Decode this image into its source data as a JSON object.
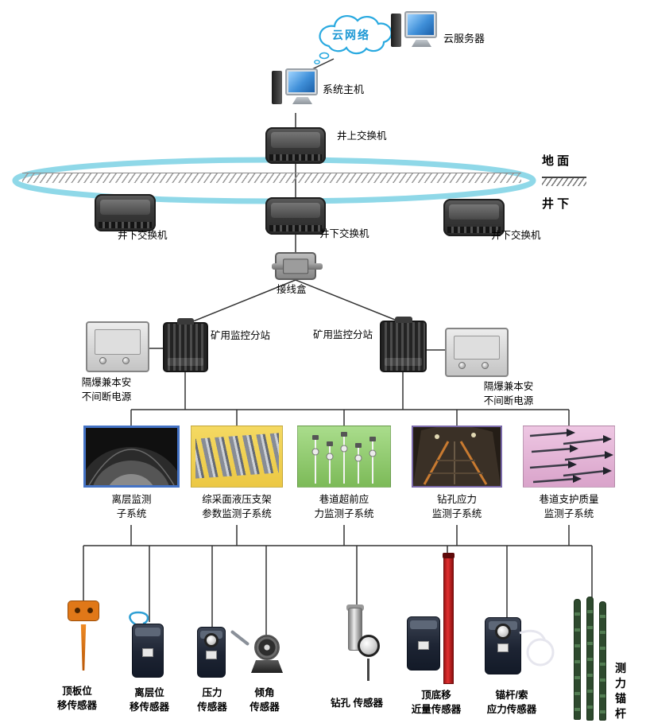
{
  "top": {
    "cloud_label": "云网络",
    "cloud_server_label": "云服务器",
    "host_label": "系统主机",
    "surface_switch_label": "井上交换机"
  },
  "ring": {
    "ground_label": "地  面",
    "underground_label": "井  下"
  },
  "underground_switches": [
    {
      "label": "井下交换机"
    },
    {
      "label": "井下交换机"
    },
    {
      "label": "井下交换机"
    }
  ],
  "junction": {
    "label": "接线盒"
  },
  "stations": {
    "left_substation_label": "矿用监控分站",
    "right_substation_label": "矿用监控分站",
    "left_ups_label": "隔爆兼本安\n不间断电源",
    "right_ups_label": "隔爆兼本安\n不间断电源"
  },
  "subsystems": [
    {
      "name": "离层监测\n子系统"
    },
    {
      "name": "综采面液压支架\n参数监测子系统"
    },
    {
      "name": "巷道超前应\n力监测子系统"
    },
    {
      "name": "钻孔应力\n监测子系统"
    },
    {
      "name": "巷道支护质量\n监测子系统"
    }
  ],
  "sensors": [
    {
      "name": "顶板位\n移传感器"
    },
    {
      "name": "离层位\n移传感器"
    },
    {
      "name": "压力\n传感器"
    },
    {
      "name": "倾角\n传感器"
    },
    {
      "name": "钻孔 传感器"
    },
    {
      "name": "顶底移\n近量传感器"
    },
    {
      "name": "锚杆/索\n应力传感器"
    },
    {
      "name": "测\n力\n锚\n杆"
    }
  ],
  "colors": {
    "ring_blue": "#8fd8e8",
    "cloud_blue": "#29a9e0",
    "subsystem1_border": "#4472c4",
    "subsystem2_bg": "#f0cf52",
    "subsystem3_bg": "#93cc6b",
    "subsystem5_bg": "#e3b4d8",
    "red_pole": "#cf2020",
    "orange_sensor": "#e07818"
  }
}
